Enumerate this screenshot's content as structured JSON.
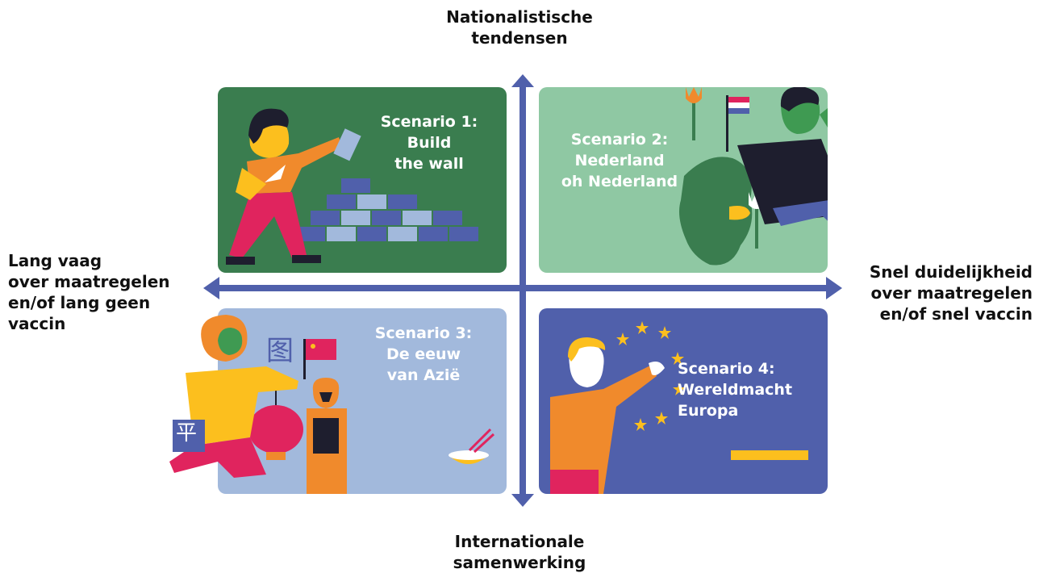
{
  "axes": {
    "top": [
      "Nationalistische",
      "tendensen"
    ],
    "bottom": [
      "Internationale",
      "samenwerking"
    ],
    "left": [
      "Lang vaag",
      "over maatregelen",
      "en/of lang geen",
      "vaccin"
    ],
    "right": [
      "Snel duidelijkheid",
      "over maatregelen",
      "en/of snel vaccin"
    ]
  },
  "scenarios": [
    {
      "lines": [
        "Scenario 1:",
        "Build",
        "the wall"
      ],
      "color": "#3a7d4f"
    },
    {
      "lines": [
        "Scenario 2:",
        "Nederland",
        "oh Nederland"
      ],
      "color": "#8fc8a3"
    },
    {
      "lines": [
        "Scenario 3:",
        "De eeuw",
        "van Azië"
      ],
      "color": "#a2b9dc"
    },
    {
      "lines": [
        "Scenario 4:",
        "Wereldmacht",
        "Europa"
      ],
      "color": "#5060ab"
    }
  ],
  "illustration_glyphs": {
    "chinese_sign_top": "图",
    "chinese_sign_bottom": "平"
  },
  "colors": {
    "axis": "#5060ab",
    "orange": "#f08a2c",
    "yellow": "#fcbf1e",
    "red": "#e0245e",
    "dark": "#1e1e2e",
    "skin_green": "#3f9a52"
  }
}
